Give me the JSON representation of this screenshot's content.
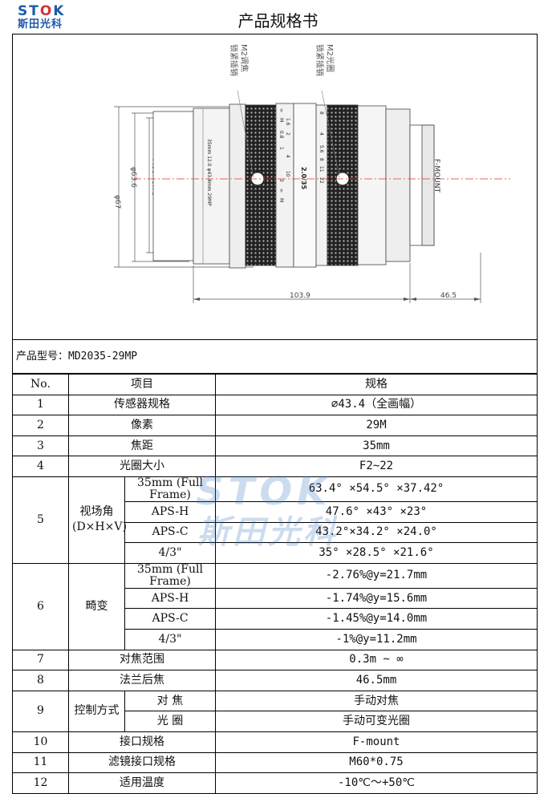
{
  "logo": {
    "en_prefix": "ST",
    "en_o": "O",
    "en_suffix": "K",
    "cn": "斯田光科"
  },
  "title": "产品规格书",
  "drawing": {
    "label_m2_focus": "M2调焦",
    "label_m2_focus_sub": "锁紧插销",
    "label_m2_iris": "M2光圈",
    "label_m2_iris_sub": "锁紧插销",
    "dim_67": "φ67",
    "dim_636": "φ63.6",
    "dim_m60": "M60×0.75",
    "dim_1039": "103.9",
    "dim_465": "46.5",
    "fmount": "F-MOUNT",
    "barrel_text": "35mm 12.0 φ43.4mm 29MP",
    "aperture_label": "2.0/35",
    "focus_scale": [
      "∞",
      "M",
      "0.8",
      "1",
      "3",
      "∞",
      "M"
    ],
    "focus_scale_ft": [
      "1.6",
      "2",
      "4",
      "10"
    ],
    "iris_scale": [
      "8",
      "4",
      "5.6",
      "8",
      "11",
      "22"
    ]
  },
  "model": {
    "label": "产品型号：",
    "value": "MD2035-29MP"
  },
  "table": {
    "header": {
      "no": "No.",
      "item": "项目",
      "spec": "规格"
    },
    "r1": {
      "no": "1",
      "item": "传感器规格",
      "spec": "∅43.4（全画幅）"
    },
    "r2": {
      "no": "2",
      "item": "像素",
      "spec": "29M"
    },
    "r3": {
      "no": "3",
      "item": "焦距",
      "spec": "35mm"
    },
    "r4": {
      "no": "4",
      "item": "光圈大小",
      "spec": "F2~22"
    },
    "r5": {
      "no": "5",
      "item": "视场角(D×H×V)",
      "subs": [
        "35mm (Full Frame)",
        "APS-H",
        "APS-C",
        "4/3\""
      ],
      "specs": [
        "63.4° ×54.5° ×37.42°",
        "47.6° ×43° ×23°",
        "43.2°×34.2° ×24.0°",
        "35° ×28.5° ×21.6°"
      ]
    },
    "r6": {
      "no": "6",
      "item": "畸变",
      "subs": [
        "35mm (Full Frame)",
        "APS-H",
        "APS-C",
        "4/3\""
      ],
      "specs": [
        "-2.76%@y=21.7mm",
        "-1.74%@y=15.6mm",
        "-1.45%@y=14.0mm",
        "-1%@y=11.2mm"
      ]
    },
    "r7": {
      "no": "7",
      "item": "对焦范围",
      "spec": "0.3m ~ ∞"
    },
    "r8": {
      "no": "8",
      "item": "法兰后焦",
      "spec": "46.5mm"
    },
    "r9": {
      "no": "9",
      "item": "控制方式",
      "subs": [
        "对  焦",
        "光  圈"
      ],
      "specs": [
        "手动对焦",
        "手动可变光圈"
      ]
    },
    "r10": {
      "no": "10",
      "item": "接口规格",
      "spec": "F-mount"
    },
    "r11": {
      "no": "11",
      "item": "滤镜接口规格",
      "spec": "M60*0.75"
    },
    "r12": {
      "no": "12",
      "item": "适用温度",
      "spec": "-10℃～+50℃"
    }
  },
  "watermark": {
    "en": "STOK",
    "cn": "斯田光科"
  }
}
